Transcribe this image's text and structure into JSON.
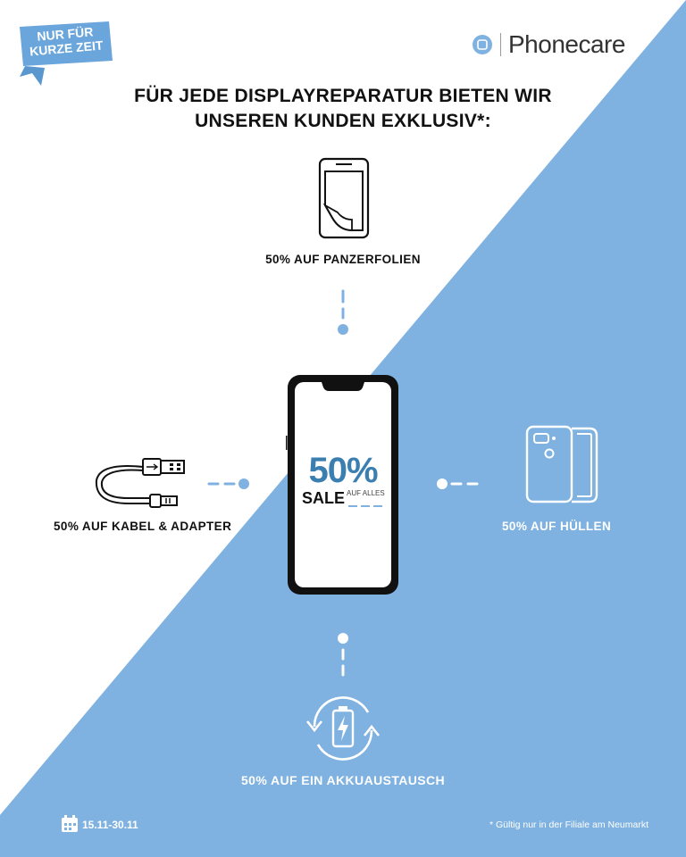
{
  "ribbon": {
    "line1": "NUR FÜR",
    "line2": "KURZE ZEIT"
  },
  "brand": {
    "name_prefix": "Phone",
    "name_suffix": "care"
  },
  "headline": {
    "line1": "FÜR JEDE DISPLAYREPARATUR BIETEN WIR",
    "line2": "UNSEREN KUNDEN EXKLUSIV*:"
  },
  "offers": {
    "panzerfolien": "50% AUF PANZERFOLIEN",
    "kabel": "50% AUF KABEL & ADAPTER",
    "huellen": "50% AUF HÜLLEN",
    "akku": "50% AUF EIN AKKUAUSTAUSCH"
  },
  "sale": {
    "percent": "50%",
    "word": "SALE",
    "small": "AUF ALLES"
  },
  "footer": {
    "date": "15.11-30.11",
    "note": "* Gültig nur in der Filiale am Neumarkt"
  },
  "colors": {
    "accent": "#7fb2e0",
    "dark": "#111111",
    "percent": "#3a7fb0"
  },
  "icons": [
    "calendar-icon",
    "phone-screen-protector-icon",
    "usb-cable-icon",
    "phone-case-icon",
    "battery-recycle-icon",
    "brand-logo-icon"
  ]
}
